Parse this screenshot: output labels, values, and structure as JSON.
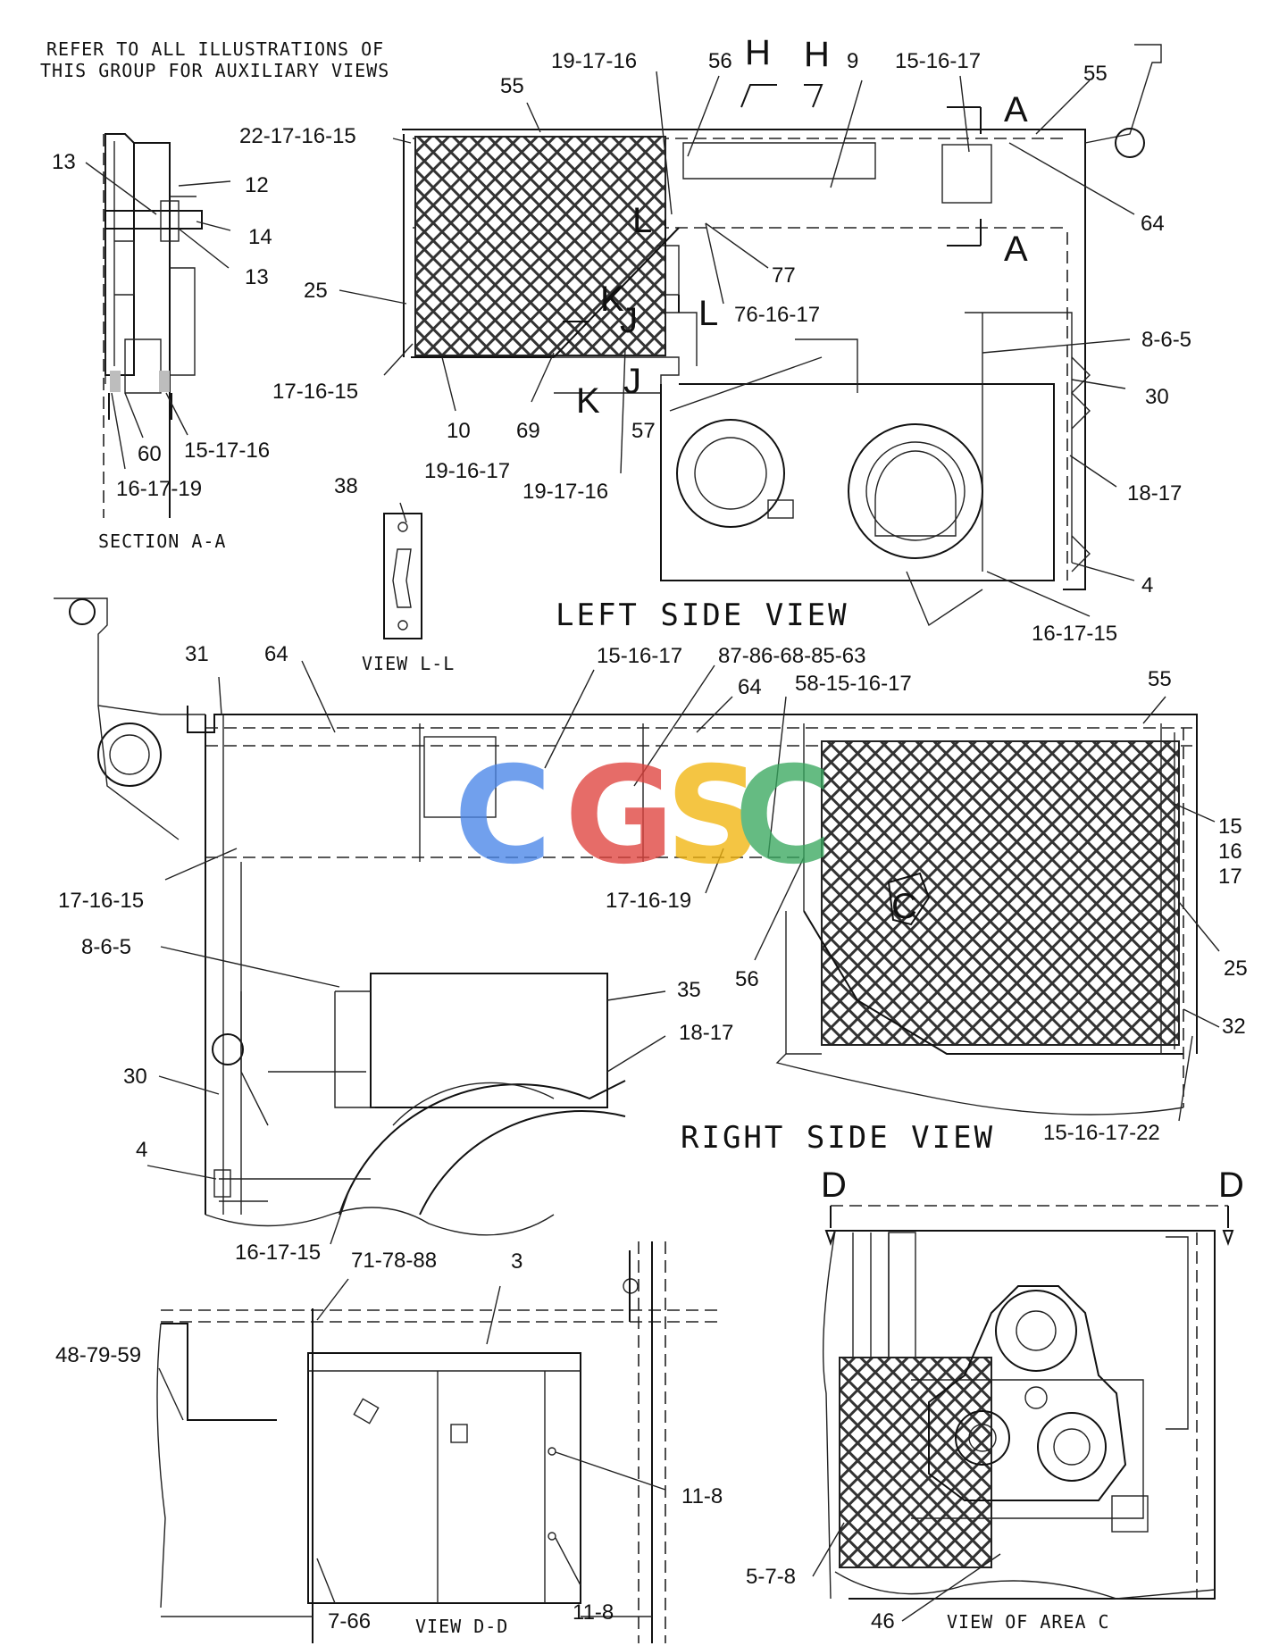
{
  "header": {
    "note_line1": "REFER TO ALL ILLUSTRATIONS OF",
    "note_line2": "THIS GROUP FOR AUXILIARY VIEWS"
  },
  "views": {
    "section_aa": "SECTION A-A",
    "view_ll": "VIEW L-L",
    "left_side": "LEFT SIDE VIEW",
    "right_side": "RIGHT SIDE VIEW",
    "view_dd": "VIEW D-D",
    "view_area_c": "VIEW OF AREA C"
  },
  "markers": {
    "A": "A",
    "H": "H",
    "L": "L",
    "K": "K",
    "J": "J",
    "D": "D",
    "C": "C"
  },
  "watermark": {
    "letters": [
      "C",
      "G",
      "S",
      "C"
    ],
    "colors": [
      "#4a86e8",
      "#e0443e",
      "#f2b50f",
      "#3aa860"
    ]
  },
  "callouts": {
    "section_aa": [
      "13",
      "12",
      "14",
      "13",
      "60",
      "15-17-16",
      "16-17-19"
    ],
    "left_side": [
      "55",
      "19-17-16",
      "56",
      "9",
      "15-16-17",
      "55",
      "22-17-16-15",
      "64",
      "77",
      "25",
      "76-16-17",
      "8-6-5",
      "30",
      "17-16-15",
      "10",
      "69",
      "57",
      "19-16-17",
      "19-17-16",
      "18-17",
      "4",
      "16-17-15",
      "38"
    ],
    "right_side": [
      "31",
      "64",
      "15-16-17",
      "87-86-68-85-63",
      "64",
      "58-15-16-17",
      "55",
      "15",
      "16",
      "17",
      "17-16-15",
      "17-16-19",
      "25",
      "8-6-5",
      "56",
      "35",
      "32",
      "18-17",
      "30",
      "15-16-17-22",
      "4",
      "16-17-15"
    ],
    "view_dd": [
      "71-78-88",
      "3",
      "48-79-59",
      "11-8",
      "11-8",
      "7-66"
    ],
    "view_area_c": [
      "5-7-8",
      "46"
    ]
  }
}
